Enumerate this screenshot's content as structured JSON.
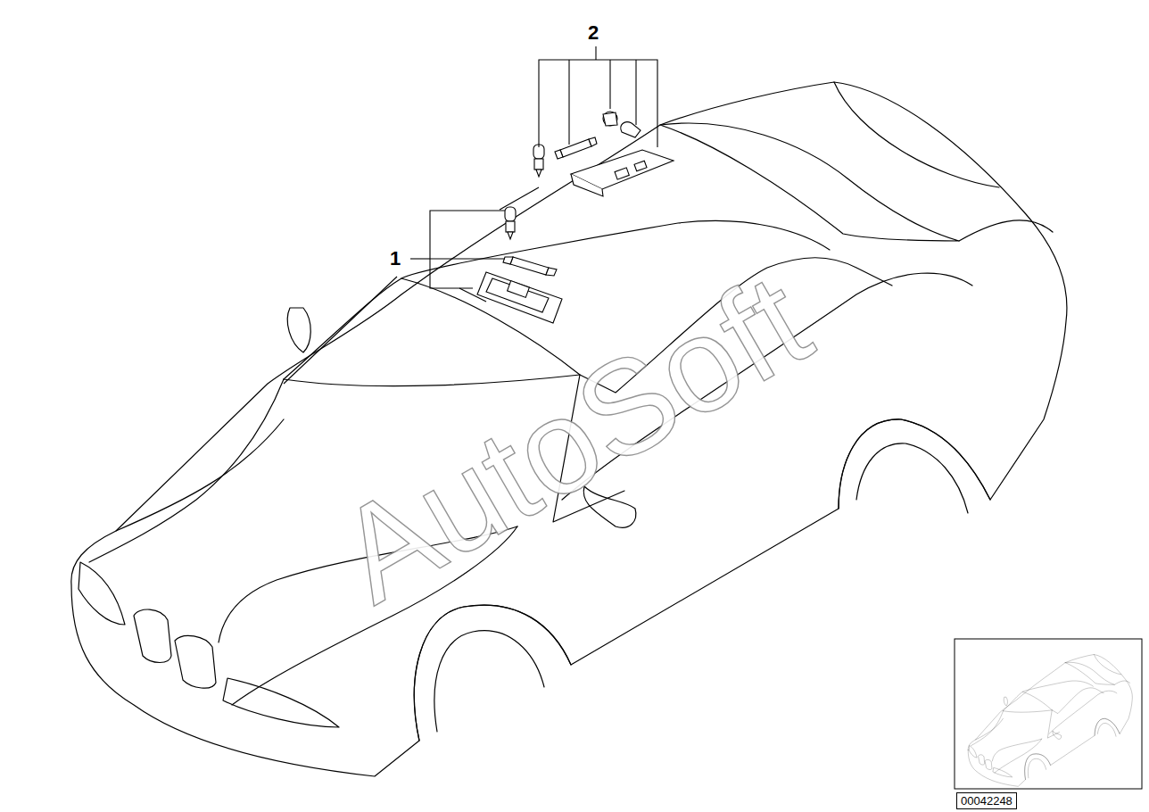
{
  "diagram": {
    "nodes": [
      {
        "text": [
          "00042248"
        ]
      }
    ],
    "labels": [
      "2",
      "1",
      "AutoSoft"
    ]
  }
}
